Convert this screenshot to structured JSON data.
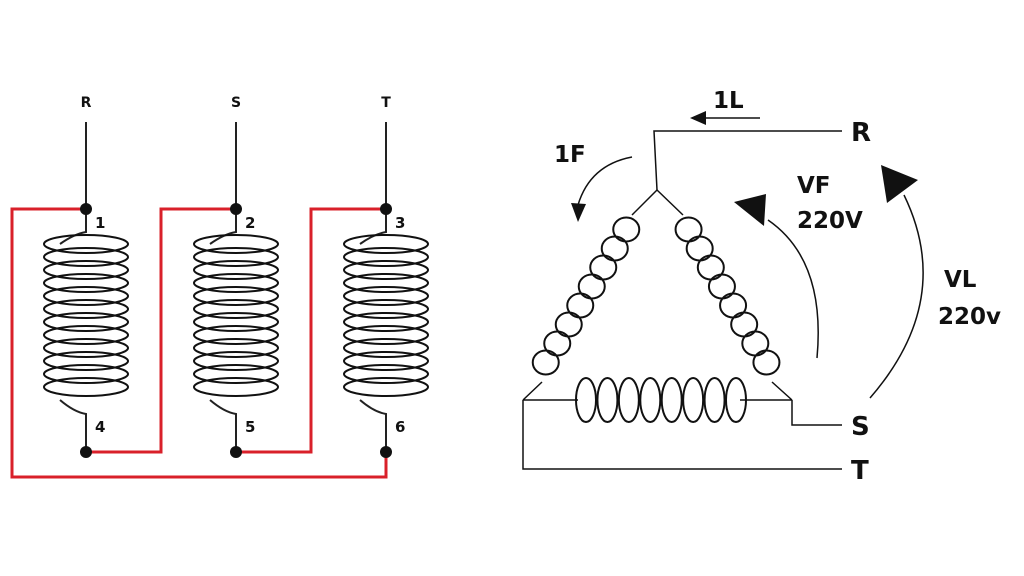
{
  "left": {
    "terminals": [
      "R",
      "S",
      "T"
    ],
    "coil_numbers": [
      "1",
      "2",
      "3",
      "4",
      "5",
      "6"
    ]
  },
  "right": {
    "line_current": "1L",
    "phase_current": "1F",
    "terminals": [
      "R",
      "S",
      "T"
    ],
    "phase_voltage": {
      "name": "VF",
      "value": "220V"
    },
    "line_voltage": {
      "name": "VL",
      "value": "220v"
    }
  },
  "colors": {
    "wire": "#222222",
    "jumper": "#d9202a",
    "ink": "#111111"
  }
}
